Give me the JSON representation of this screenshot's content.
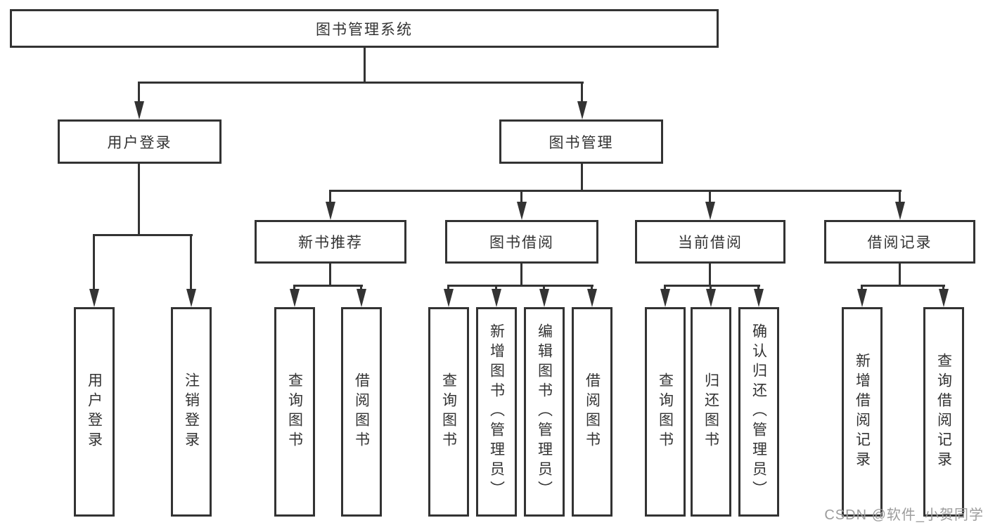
{
  "diagram": {
    "title": "图书管理系统",
    "colors": {
      "line": "#333333",
      "text": "#333333",
      "background": "#ffffff",
      "watermark": "#9c9c9c"
    },
    "watermark": "CSDN @软件_小贺同学",
    "nodes": [
      {
        "id": "root",
        "label": "图书管理系统"
      },
      {
        "id": "user-login",
        "label": "用户登录"
      },
      {
        "id": "book-management",
        "label": "图书管理"
      },
      {
        "id": "new-book-recommendation",
        "label": "新书推荐"
      },
      {
        "id": "book-borrowing",
        "label": "图书借阅"
      },
      {
        "id": "current-borrowing",
        "label": "当前借阅"
      },
      {
        "id": "borrowing-records",
        "label": "借阅记录"
      },
      {
        "id": "leaf-user-login",
        "label": "用户登录"
      },
      {
        "id": "leaf-logout",
        "label": "注销登录"
      },
      {
        "id": "leaf-query-books-recommend",
        "label": "查询图书"
      },
      {
        "id": "leaf-borrow-books-recommend",
        "label": "借阅图书"
      },
      {
        "id": "leaf-query-books-borrow",
        "label": "查询图书"
      },
      {
        "id": "leaf-add-books-admin",
        "label": "新增图书（管理员）"
      },
      {
        "id": "leaf-edit-books-admin",
        "label": "编辑图书（管理员）"
      },
      {
        "id": "leaf-borrow-books-borrow",
        "label": "借阅图书"
      },
      {
        "id": "leaf-query-books-current",
        "label": "查询图书"
      },
      {
        "id": "leaf-return-books",
        "label": "归还图书"
      },
      {
        "id": "leaf-confirm-return-admin",
        "label": "确认归还（管理员）"
      },
      {
        "id": "leaf-add-borrow-record",
        "label": "新增借阅记录"
      },
      {
        "id": "leaf-query-borrow-record",
        "label": "查询借阅记录"
      }
    ],
    "edges": [
      [
        "root",
        "user-login"
      ],
      [
        "root",
        "book-management"
      ],
      [
        "user-login",
        "leaf-user-login"
      ],
      [
        "user-login",
        "leaf-logout"
      ],
      [
        "book-management",
        "new-book-recommendation"
      ],
      [
        "book-management",
        "book-borrowing"
      ],
      [
        "book-management",
        "current-borrowing"
      ],
      [
        "book-management",
        "borrowing-records"
      ],
      [
        "new-book-recommendation",
        "leaf-query-books-recommend"
      ],
      [
        "new-book-recommendation",
        "leaf-borrow-books-recommend"
      ],
      [
        "book-borrowing",
        "leaf-query-books-borrow"
      ],
      [
        "book-borrowing",
        "leaf-add-books-admin"
      ],
      [
        "book-borrowing",
        "leaf-edit-books-admin"
      ],
      [
        "book-borrowing",
        "leaf-borrow-books-borrow"
      ],
      [
        "current-borrowing",
        "leaf-query-books-current"
      ],
      [
        "current-borrowing",
        "leaf-return-books"
      ],
      [
        "current-borrowing",
        "leaf-confirm-return-admin"
      ],
      [
        "borrowing-records",
        "leaf-add-borrow-record"
      ],
      [
        "borrowing-records",
        "leaf-query-borrow-record"
      ]
    ]
  }
}
